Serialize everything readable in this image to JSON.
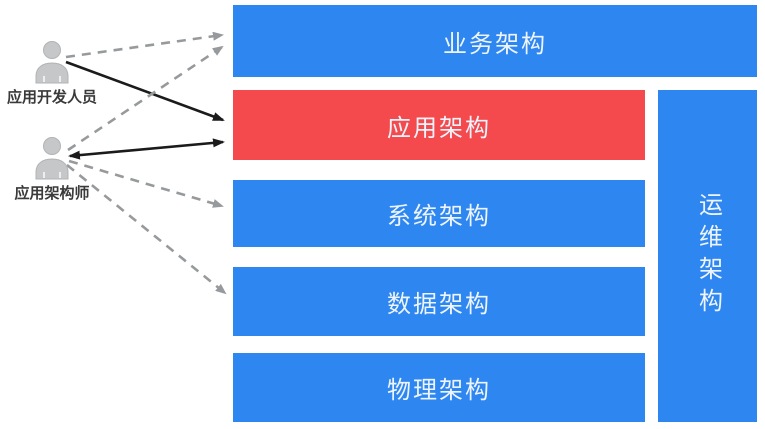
{
  "diagram": {
    "kind": "architecture-layers",
    "actors": [
      {
        "id": "developer",
        "label": "应用开发人员"
      },
      {
        "id": "architect",
        "label": "应用架构师"
      }
    ],
    "layers": [
      {
        "id": "business",
        "label": "业务架构",
        "color": "#2e86f0"
      },
      {
        "id": "application",
        "label": "应用架构",
        "color": "#f54a4d"
      },
      {
        "id": "system",
        "label": "系统架构",
        "color": "#2e86f0"
      },
      {
        "id": "data",
        "label": "数据架构",
        "color": "#2e86f0"
      },
      {
        "id": "physical",
        "label": "物理架构",
        "color": "#2e86f0"
      }
    ],
    "side_layer": {
      "id": "operations",
      "label": "运维架构",
      "color": "#2e86f0"
    },
    "edges": [
      {
        "from": "developer",
        "to": "business",
        "style": "dashed",
        "bidirectional": false
      },
      {
        "from": "developer",
        "to": "application",
        "style": "solid",
        "bidirectional": false
      },
      {
        "from": "architect",
        "to": "business",
        "style": "dashed",
        "bidirectional": false
      },
      {
        "from": "architect",
        "to": "application",
        "style": "solid",
        "bidirectional": true
      },
      {
        "from": "architect",
        "to": "system",
        "style": "dashed",
        "bidirectional": false
      },
      {
        "from": "architect",
        "to": "data",
        "style": "dashed",
        "bidirectional": false
      }
    ],
    "colors": {
      "blue": "#2e86f0",
      "red": "#f54a4d",
      "box_text": "#eef4fb",
      "solid_arrow": "#1b1b1b",
      "dashed_arrow": "#979a9c",
      "actor_icon": "#c6c7c9",
      "actor_text": "#3a3a3a"
    }
  }
}
